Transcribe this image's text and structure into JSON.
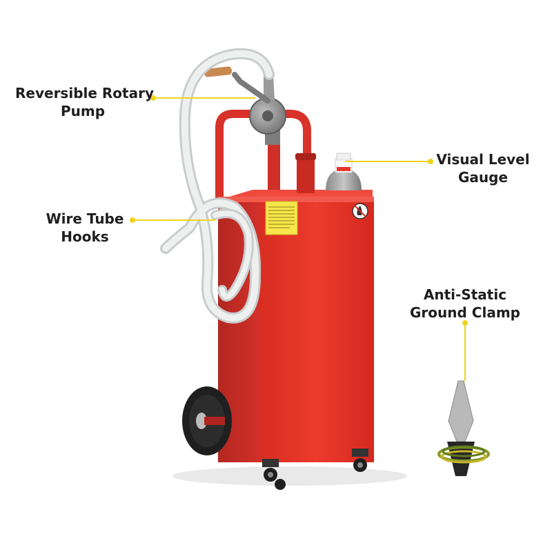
{
  "callouts": {
    "pump": {
      "line1": "Reversible Rotary",
      "line2": "Pump"
    },
    "gauge": {
      "line1": "Visual Level",
      "line2": "Gauge"
    },
    "hooks": {
      "line1": "Wire Tube",
      "line2": "Hooks"
    },
    "clamp": {
      "line1": "Anti-Static",
      "line2": "Ground Clamp"
    }
  },
  "colors": {
    "tank_red": "#e8382c",
    "tank_shadow": "#b92a21",
    "leader_yellow": "#f2d21b",
    "label_text": "#1e1e1e",
    "pump_gray": "#8c8c8c",
    "hose_white": "#e6e8e8"
  },
  "product": {
    "name": "red portable fuel caddy with hand pump",
    "warning_sticker_color": "#f7e64b",
    "no_fire_icon": "no-fire-icon"
  }
}
